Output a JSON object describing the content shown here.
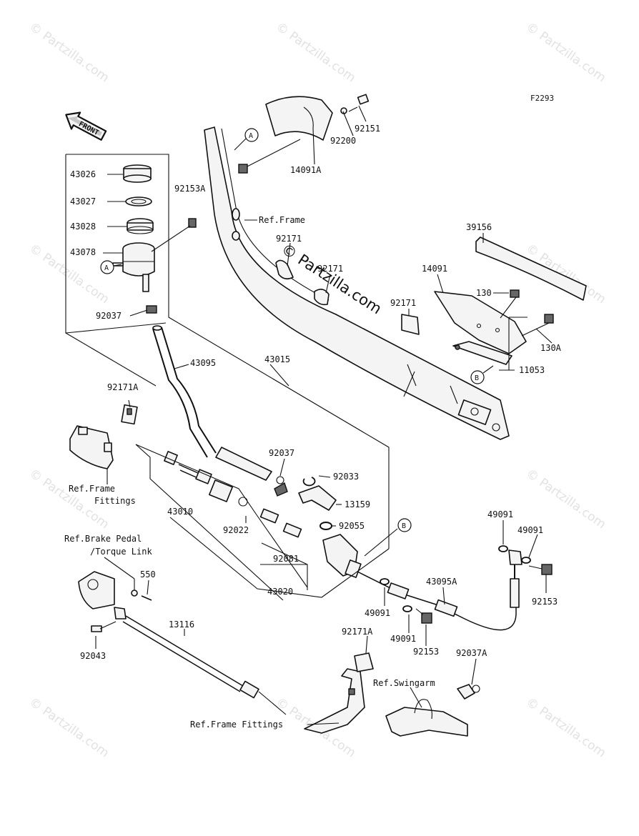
{
  "figure_code": "F2293",
  "front_arrow_label": "FRONT",
  "watermark": "© Partzilla.com",
  "parts": {
    "p43026": "43026",
    "p43027": "43027",
    "p43028": "43028",
    "p43078": "43078",
    "p92153A": "92153A",
    "p92037_top": "92037",
    "p43095": "43095",
    "p43015": "43015",
    "p92171A_left": "92171A",
    "p14091A": "14091A",
    "p92200": "92200",
    "p92151": "92151",
    "p92171_a": "92171",
    "p92171_b": "92171",
    "p92171_c": "92171",
    "p39156": "39156",
    "p14091": "14091",
    "p130": "130",
    "p130A": "130A",
    "p11053": "11053",
    "p92037_mid": "92037",
    "p92033": "92033",
    "p13159": "13159",
    "p92055": "92055",
    "p43010": "43010",
    "p92022": "92022",
    "p92081": "92081",
    "p43020": "43020",
    "p49091_a": "49091",
    "p49091_b": "49091",
    "p49091_c": "49091",
    "p49091_d": "49091",
    "p43095A": "43095A",
    "p92153_a": "92153",
    "p92153_b": "92153",
    "p550": "550",
    "p13116": "13116",
    "p92043": "92043",
    "p92171A_bottom": "92171A",
    "p92037A": "92037A"
  },
  "references": {
    "frame": "Ref.Frame",
    "frame_fittings_1": "Ref.Frame",
    "frame_fittings_2": "Fittings",
    "brake_pedal_1": "Ref.Brake Pedal",
    "brake_pedal_2": "/Torque Link",
    "swingarm": "Ref.Swingarm",
    "frame_fittings_bottom": "Ref.Frame Fittings"
  },
  "callouts": {
    "A": "A",
    "B": "B"
  }
}
